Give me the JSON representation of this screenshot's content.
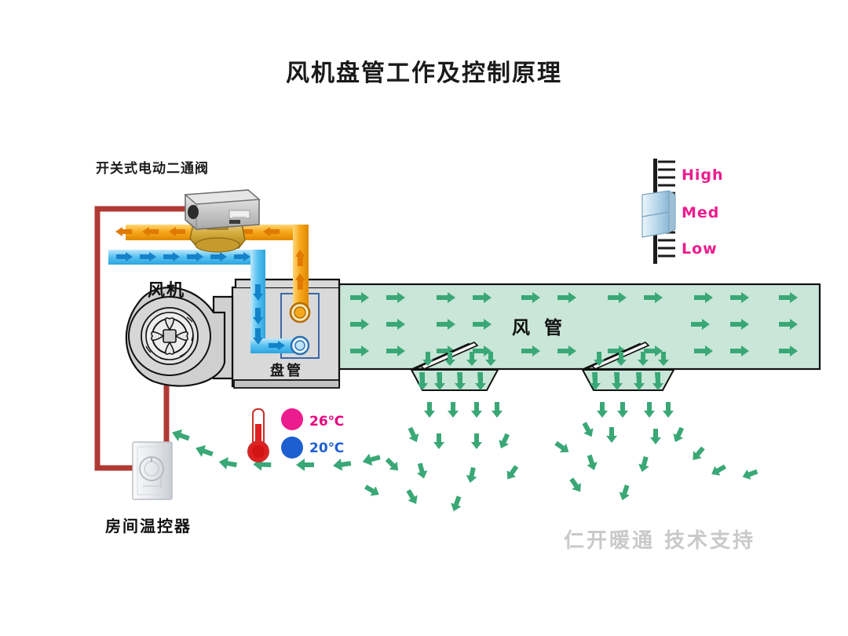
{
  "page": {
    "title": "风机盘管工作及控制原理",
    "watermark": "仁开暖通 技术支持",
    "background": "#ffffff"
  },
  "labels": {
    "valve": "开关式电动二通阀",
    "fan": "风机",
    "coil": "盘管",
    "duct": "风 管",
    "thermostat": "房间温控器"
  },
  "fan_speed": {
    "options": [
      "High",
      "Med",
      "Low"
    ],
    "high": "High",
    "med": "Med",
    "low": "Low",
    "color": "#ec1c8e"
  },
  "temperatures": {
    "hot": {
      "value": "26℃",
      "color": "#e6007e"
    },
    "cold": {
      "value": "20℃",
      "color": "#1d5fd0"
    }
  },
  "colors": {
    "hot_pipe": "#f5a623",
    "cold_pipe": "#4bb8f0",
    "control_wire": "#b03a33",
    "duct_fill": "#c9e6d8",
    "duct_arrow": "#3aa876",
    "equipment_fill": "#d2d2d2",
    "title_text": "#1a1a1a",
    "watermark_text": "#c9c9c9"
  }
}
